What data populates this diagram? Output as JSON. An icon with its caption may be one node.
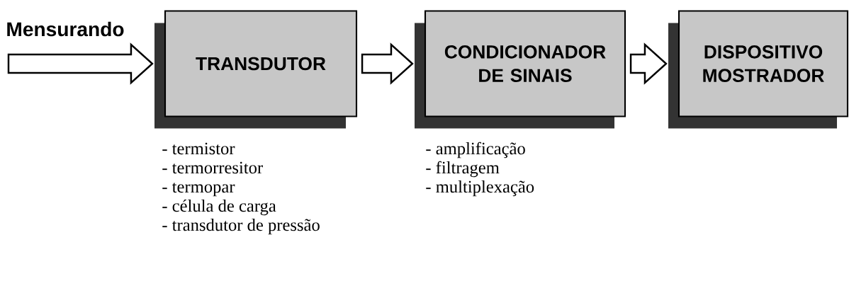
{
  "diagram": {
    "nodes": [
      {
        "text": [
          "TRANSDUTOR"
        ],
        "beside": [
          "- termistor",
          "- termorresitor",
          "- termopar",
          "- célula de carga",
          "- transdutor de pressão"
        ]
      },
      {
        "text": [
          "CONDICIONADOR DE SINAIS"
        ],
        "beside": [
          "- amplificação",
          "- filtragem",
          "- multiplexação"
        ]
      },
      {
        "text": [
          "DISPOSITIVO MOSTRADOR"
        ]
      }
    ],
    "edges": [
      {
        "from": null,
        "to": 0,
        "arrow": "to",
        "label": "Mensurando"
      },
      {
        "from": 0,
        "to": 1,
        "arrow": "to"
      },
      {
        "from": 1,
        "to": 2,
        "arrow": "to"
      }
    ]
  }
}
